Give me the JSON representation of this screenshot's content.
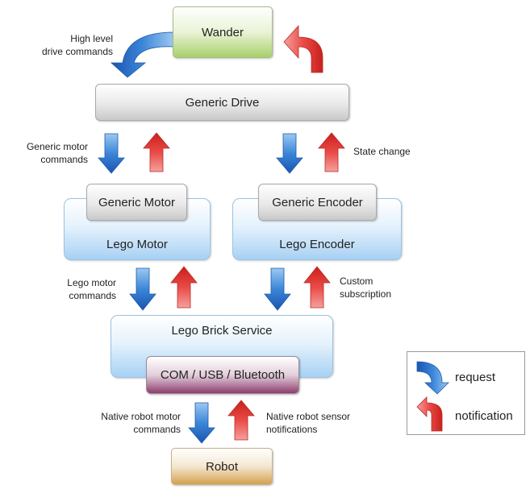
{
  "nodes": {
    "wander": "Wander",
    "generic_drive": "Generic Drive",
    "generic_motor": "Generic Motor",
    "lego_motor": "Lego Motor",
    "generic_encoder": "Generic Encoder",
    "lego_encoder": "Lego Encoder",
    "lego_brick_service": "Lego Brick Service",
    "com_usb_bluetooth": "COM / USB / Bluetooth",
    "robot": "Robot"
  },
  "annotations": {
    "high_level": [
      "High level",
      "drive commands"
    ],
    "generic_motor_commands": [
      "Generic motor",
      "commands"
    ],
    "state_change": [
      "State change"
    ],
    "lego_motor_commands": [
      "Lego motor",
      "commands"
    ],
    "custom_subscription": [
      "Custom",
      "subscription"
    ],
    "native_motor_commands": [
      "Native robot motor",
      "commands"
    ],
    "native_sensor_notifications": [
      "Native robot sensor",
      "notifications"
    ]
  },
  "legend": {
    "request": "request",
    "notification": "notification"
  },
  "colors": {
    "request_arrow": "#2f78d2",
    "notification_arrow": "#e8403d"
  }
}
